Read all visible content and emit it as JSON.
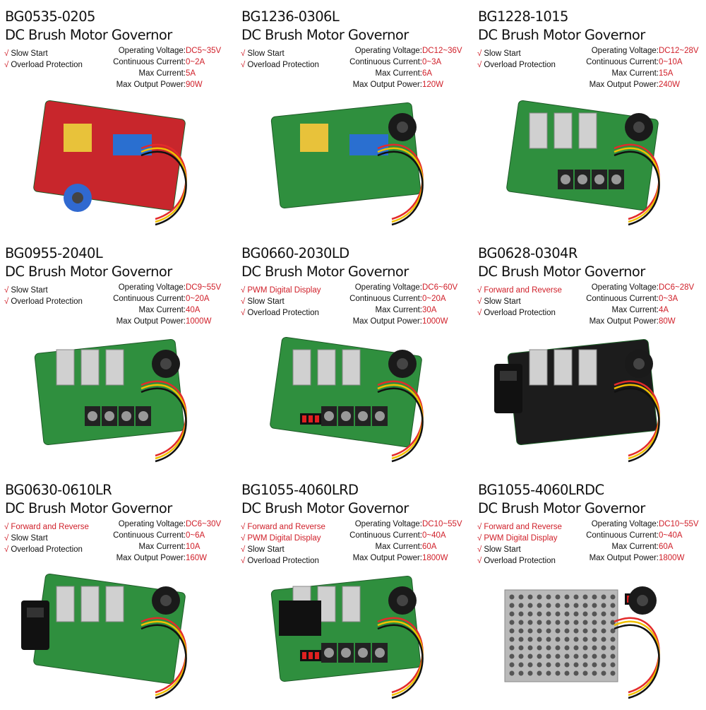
{
  "colors": {
    "accent": "#d0202a",
    "text": "#111111"
  },
  "spec_labels": {
    "voltage": "Operating Voltage:",
    "continuous": "Continuous Current:",
    "max_current": "Max Current:",
    "max_power": "Max Output Power:"
  },
  "check_mark": "√",
  "products": [
    {
      "model": "BG0535-0205",
      "subtitle": "DC Brush Motor Governor",
      "features": [
        {
          "text": "Slow Start",
          "red": false
        },
        {
          "text": "Overload Protection",
          "red": false
        }
      ],
      "voltage": "DC5~35V",
      "continuous": "0~2A",
      "max_current": "5A",
      "max_power": "90W",
      "board_color": "#c8262c",
      "style": "mini"
    },
    {
      "model": "BG1236-0306L",
      "subtitle": "DC Brush Motor Governor",
      "features": [
        {
          "text": "Slow Start",
          "red": false
        },
        {
          "text": "Overload Protection",
          "red": false
        }
      ],
      "voltage": "DC12~36V",
      "continuous": "0~3A",
      "max_current": "6A",
      "max_power": "120W",
      "board_color": "#2f8f3e",
      "style": "remote"
    },
    {
      "model": "BG1228-1015",
      "subtitle": "DC Brush Motor Governor",
      "features": [
        {
          "text": "Slow Start",
          "red": false
        },
        {
          "text": "Overload Protection",
          "red": false
        }
      ],
      "voltage": "DC12~28V",
      "continuous": "0~10A",
      "max_current": "15A",
      "max_power": "240W",
      "board_color": "#2f8f3e",
      "style": "terminal"
    },
    {
      "model": "BG0955-2040L",
      "subtitle": "DC Brush Motor Governor",
      "features": [
        {
          "text": "Slow Start",
          "red": false
        },
        {
          "text": "Overload Protection",
          "red": false
        }
      ],
      "voltage": "DC9~55V",
      "continuous": "0~20A",
      "max_current": "40A",
      "max_power": "1000W",
      "board_color": "#2f8f3e",
      "style": "heatsink"
    },
    {
      "model": "BG0660-2030LD",
      "subtitle": "DC Brush Motor Governor",
      "features": [
        {
          "text": "PWM Digital Display",
          "red": true
        },
        {
          "text": "Slow Start",
          "red": false
        },
        {
          "text": "Overload Protection",
          "red": false
        }
      ],
      "voltage": "DC6~60V",
      "continuous": "0~20A",
      "max_current": "30A",
      "max_power": "1000W",
      "board_color": "#2f8f3e",
      "style": "display"
    },
    {
      "model": "BG0628-0304R",
      "subtitle": "DC Brush Motor Governor",
      "features": [
        {
          "text": "Forward and Reverse",
          "red": true
        },
        {
          "text": "Slow Start",
          "red": false
        },
        {
          "text": "Overload Protection",
          "red": false
        }
      ],
      "voltage": "DC6~28V",
      "continuous": "0~3A",
      "max_current": "4A",
      "max_power": "80W",
      "board_color": "#1c1c1c",
      "style": "switch"
    },
    {
      "model": "BG0630-0610LR",
      "subtitle": "DC Brush Motor Governor",
      "features": [
        {
          "text": "Forward and Reverse",
          "red": true
        },
        {
          "text": "Slow Start",
          "red": false
        },
        {
          "text": "Overload Protection",
          "red": false
        }
      ],
      "voltage": "DC6~30V",
      "continuous": "0~6A",
      "max_current": "10A",
      "max_power": "160W",
      "board_color": "#2f8f3e",
      "style": "rocker"
    },
    {
      "model": "BG1055-4060LRD",
      "subtitle": "DC Brush Motor Governor",
      "features": [
        {
          "text": "Forward and Reverse",
          "red": true
        },
        {
          "text": "PWM Digital Display",
          "red": true
        },
        {
          "text": "Slow Start",
          "red": false
        },
        {
          "text": "Overload Protection",
          "red": false
        }
      ],
      "voltage": "DC10~55V",
      "continuous": "0~40A",
      "max_current": "60A",
      "max_power": "1800W",
      "board_color": "#2f8f3e",
      "style": "relay"
    },
    {
      "model": "BG1055-4060LRDC",
      "subtitle": "DC Brush Motor Governor",
      "features": [
        {
          "text": "Forward and Reverse",
          "red": true
        },
        {
          "text": "PWM Digital Display",
          "red": true
        },
        {
          "text": "Slow Start",
          "red": false
        },
        {
          "text": "Overload Protection",
          "red": false
        }
      ],
      "voltage": "DC10~55V",
      "continuous": "0~40A",
      "max_current": "60A",
      "max_power": "1800W",
      "board_color": "#b9b9b9",
      "style": "case"
    }
  ]
}
